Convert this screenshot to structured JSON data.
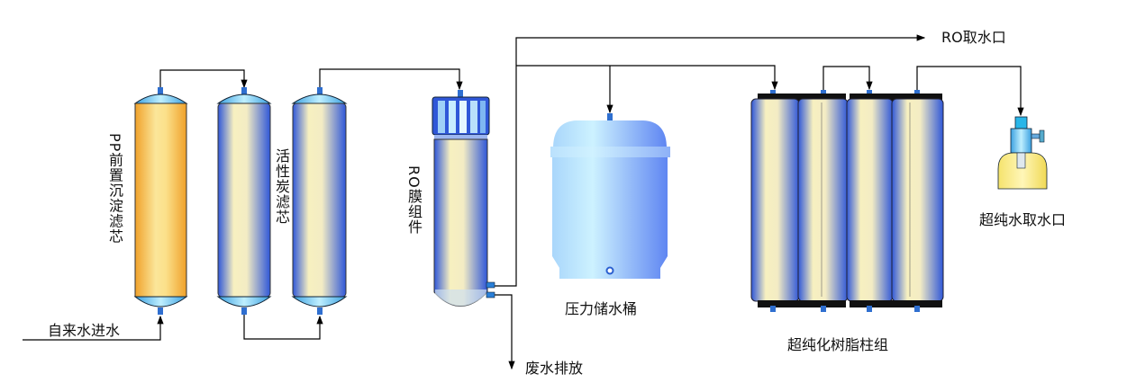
{
  "labels": {
    "pp_filter": "PP前置沉淀滤芯",
    "carbon_filter": "活性炭滤芯",
    "ro_membrane": "RO膜组件",
    "tap_water_inlet": "自来水进水",
    "waste_drain": "废水排放",
    "ro_outlet": "RO取水口",
    "pressure_tank": "压力储水桶",
    "resin_columns": "超纯化树脂柱组",
    "ultrapure_outlet": "超纯水取水口"
  },
  "colors": {
    "blue_edge": "#2f57d8",
    "cream": "#f7f0c0",
    "orange_edge": "#f0a12a",
    "cap_cyan": "#4fb8e8",
    "line": "#000000"
  }
}
